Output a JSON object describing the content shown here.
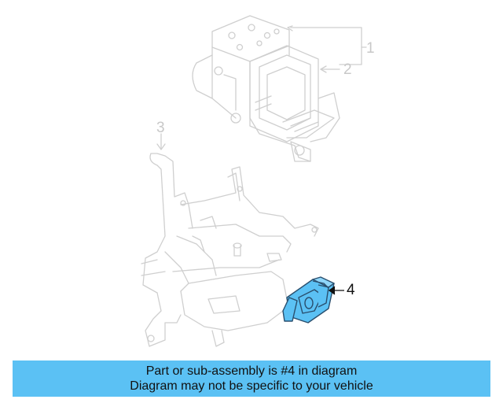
{
  "callouts": [
    {
      "label": "1",
      "color": "#c8c8c8"
    },
    {
      "label": "2",
      "color": "#c8c8c8"
    },
    {
      "label": "3",
      "color": "#c8c8c8"
    },
    {
      "label": "4",
      "color": "#111111"
    }
  ],
  "highlight_color": "#5bc1f4",
  "line_color": "#cfcfcf",
  "banner": {
    "line1": "Part or sub-assembly is #4 in diagram",
    "line2": "Diagram may not be specific to your vehicle",
    "background": "#5bc1f4"
  }
}
